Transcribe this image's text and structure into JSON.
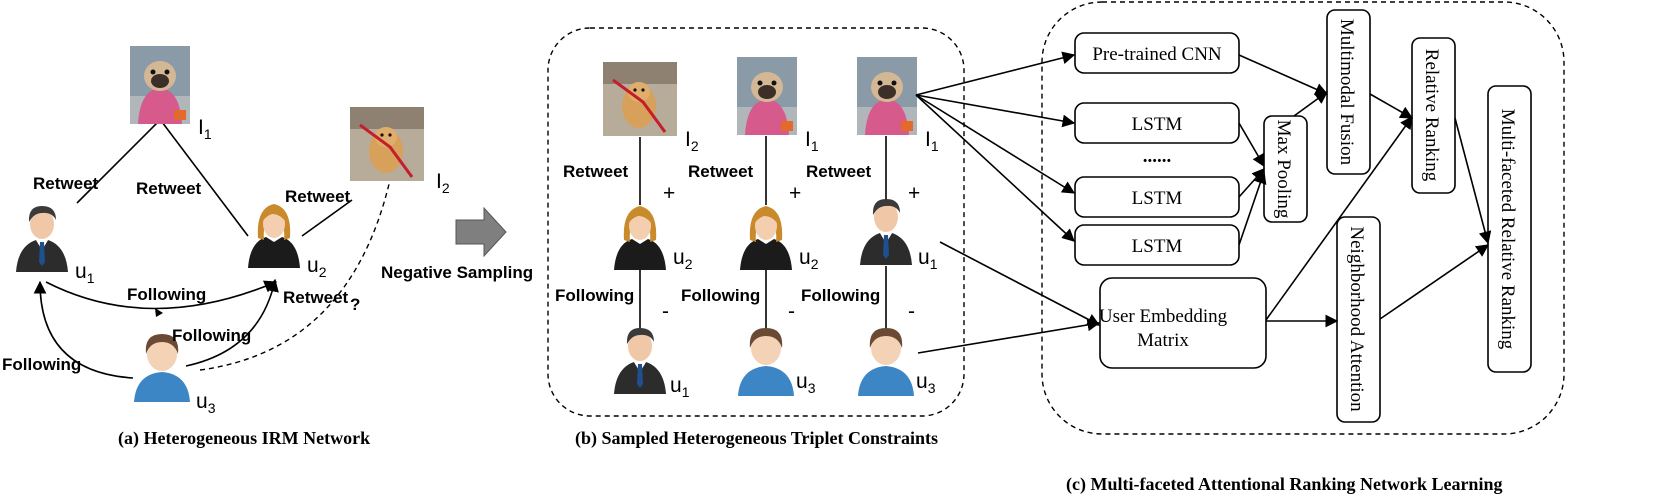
{
  "panel_a": {
    "caption": "(a) Heterogeneous IRM Network",
    "users": {
      "u1": "u",
      "u2": "u",
      "u3": "u",
      "u1_sub": "1",
      "u2_sub": "2",
      "u3_sub": "3"
    },
    "images": {
      "i1": "I",
      "i2": "I",
      "i1_sub": "1",
      "i2_sub": "2"
    },
    "edges": {
      "retweet_u1_i1": "Retweet",
      "retweet_u2_i1": "Retweet",
      "retweet_u2_i2": "Retweet",
      "following_u1_u2": "Following",
      "following_u3_u2": "Following",
      "following_u3_u1": "Following",
      "retweet_u3_i2": "Retweet",
      "question": "?"
    }
  },
  "arrow_label": "Negative Sampling",
  "panel_b": {
    "caption": "(b) Sampled Heterogeneous Triplet Constraints",
    "triplets": [
      {
        "img": "I",
        "img_sub": "2",
        "rel1": "Retweet",
        "pos": "u",
        "pos_sub": "2",
        "rel2": "Following",
        "neg": "u",
        "neg_sub": "1",
        "plus": "+",
        "minus": "-"
      },
      {
        "img": "I",
        "img_sub": "1",
        "rel1": "Retweet",
        "pos": "u",
        "pos_sub": "2",
        "rel2": "Following",
        "neg": "u",
        "neg_sub": "3",
        "plus": "+",
        "minus": "-"
      },
      {
        "img": "I",
        "img_sub": "1",
        "rel1": "Retweet",
        "pos": "u",
        "pos_sub": "1",
        "rel2": "Following",
        "neg": "u",
        "neg_sub": "3",
        "plus": "+",
        "minus": "-"
      }
    ]
  },
  "panel_c": {
    "caption": "(c) Multi-faceted Attentional Ranking Network Learning",
    "boxes": {
      "cnn": "Pre-trained CNN",
      "lstm1": "LSTM",
      "dots": "......",
      "lstm2": "LSTM",
      "lstm3": "LSTM",
      "max_pooling": "Max Pooling",
      "multimodal_fusion": "Multimodal Fusion",
      "relative_ranking": "Relative Ranking",
      "user_embedding_1": "User Embedding",
      "user_embedding_2": "Matrix",
      "neighborhood_attention": "Neighborhood Attention",
      "multi_faceted": "Multi-faceted Relative Ranking"
    }
  }
}
